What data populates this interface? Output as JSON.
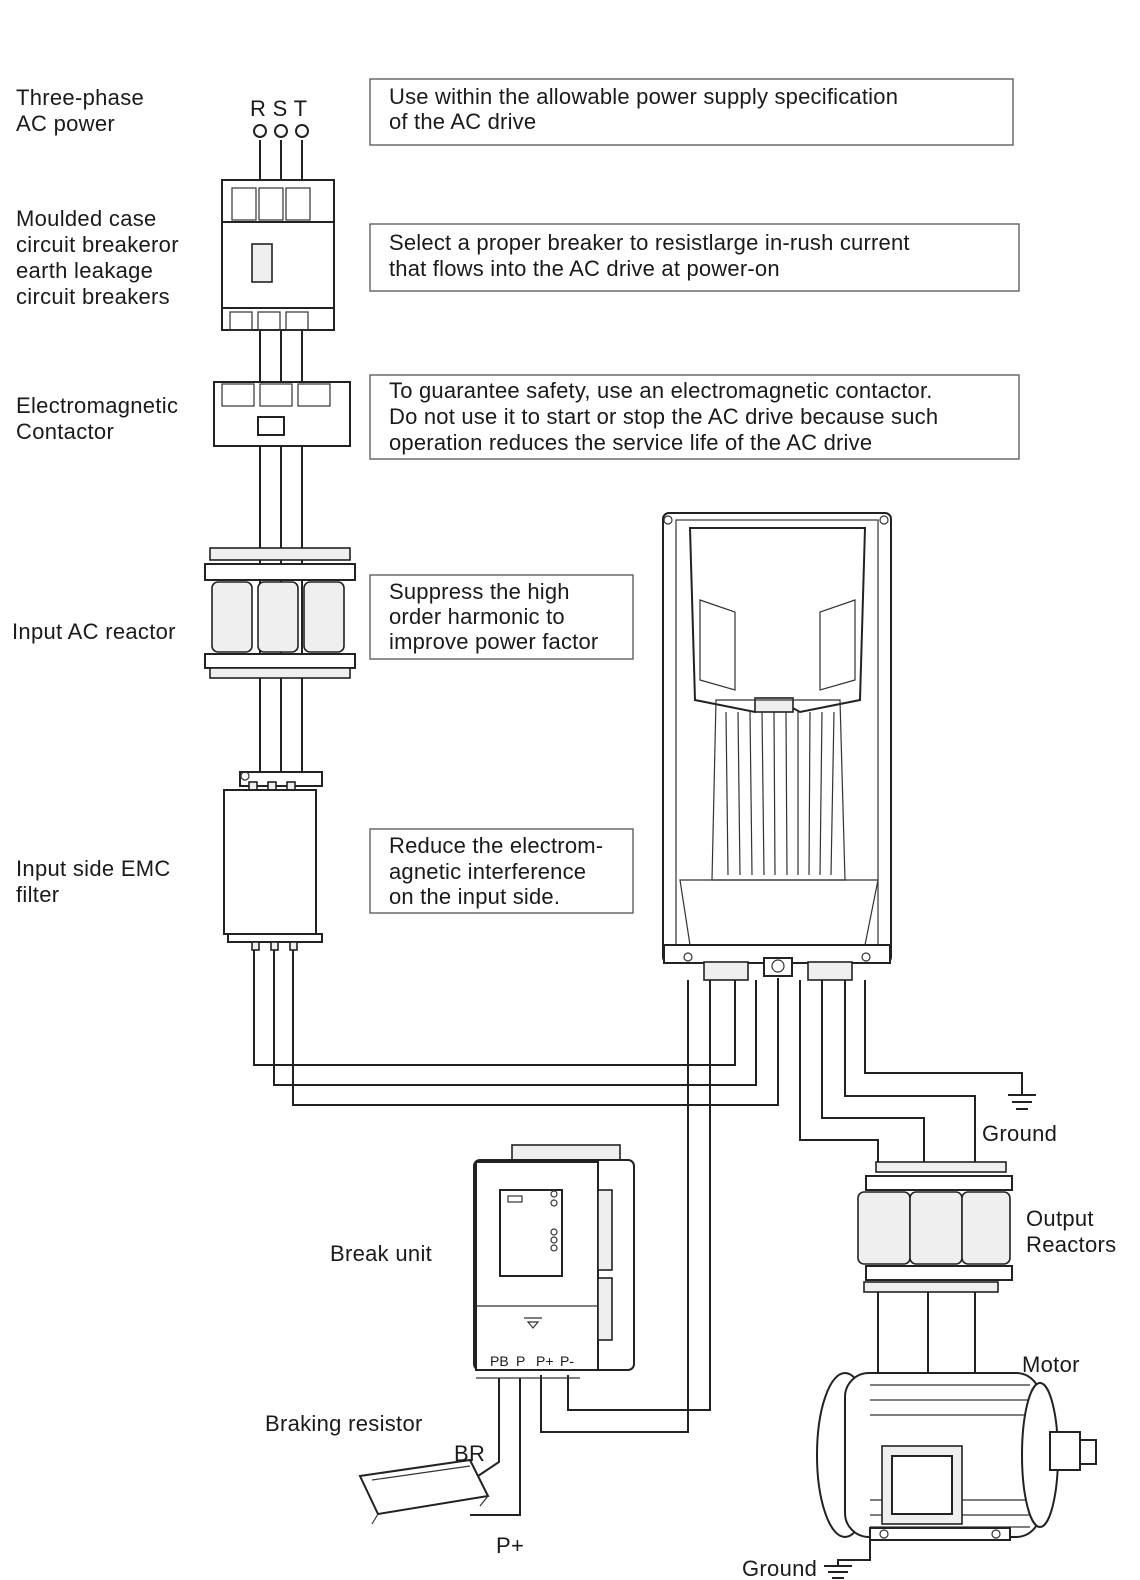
{
  "components": {
    "power_source": {
      "label": [
        "Three-phase",
        "AC power"
      ],
      "terminals": "R S T"
    },
    "breaker": {
      "label": [
        "Moulded case",
        "circuit breakeror",
        "earth leakage",
        "circuit  breakers"
      ]
    },
    "contactor": {
      "label": [
        "Electromagnetic",
        "Contactor"
      ]
    },
    "input_reactor": {
      "label": [
        "Input AC reactor"
      ]
    },
    "emc_filter": {
      "label": [
        "Input side EMC",
        "filter"
      ]
    },
    "ground_right": {
      "label": "Ground"
    },
    "output_reactors": {
      "label": [
        "Output",
        "Reactors"
      ]
    },
    "break_unit": {
      "label": "Break unit",
      "terminals": [
        "PB",
        "P",
        "P+",
        "P-"
      ]
    },
    "motor": {
      "label": "Motor"
    },
    "braking_resistor": {
      "label": "Braking resistor",
      "terminals": [
        "BR",
        "P+"
      ]
    },
    "ground_bottom": {
      "label": "Ground"
    }
  },
  "notes": {
    "power_spec": [
      "Use within the allowable power supply specification",
      "of the AC drive"
    ],
    "breaker": [
      "Select a proper breaker to resistlarge in-rush current",
      "that flows into the AC drive at power-on"
    ],
    "contactor": [
      "To guarantee safety, use an electromagnetic contactor.",
      "Do not use it to start or stop the AC drive because such",
      "operation reduces the service life of the AC drive"
    ],
    "reactor": [
      "Suppress the high",
      "order harmonic to",
      "improve power factor"
    ],
    "emc": [
      "Reduce the electrom-",
      "agnetic interference",
      "on the input side."
    ]
  }
}
